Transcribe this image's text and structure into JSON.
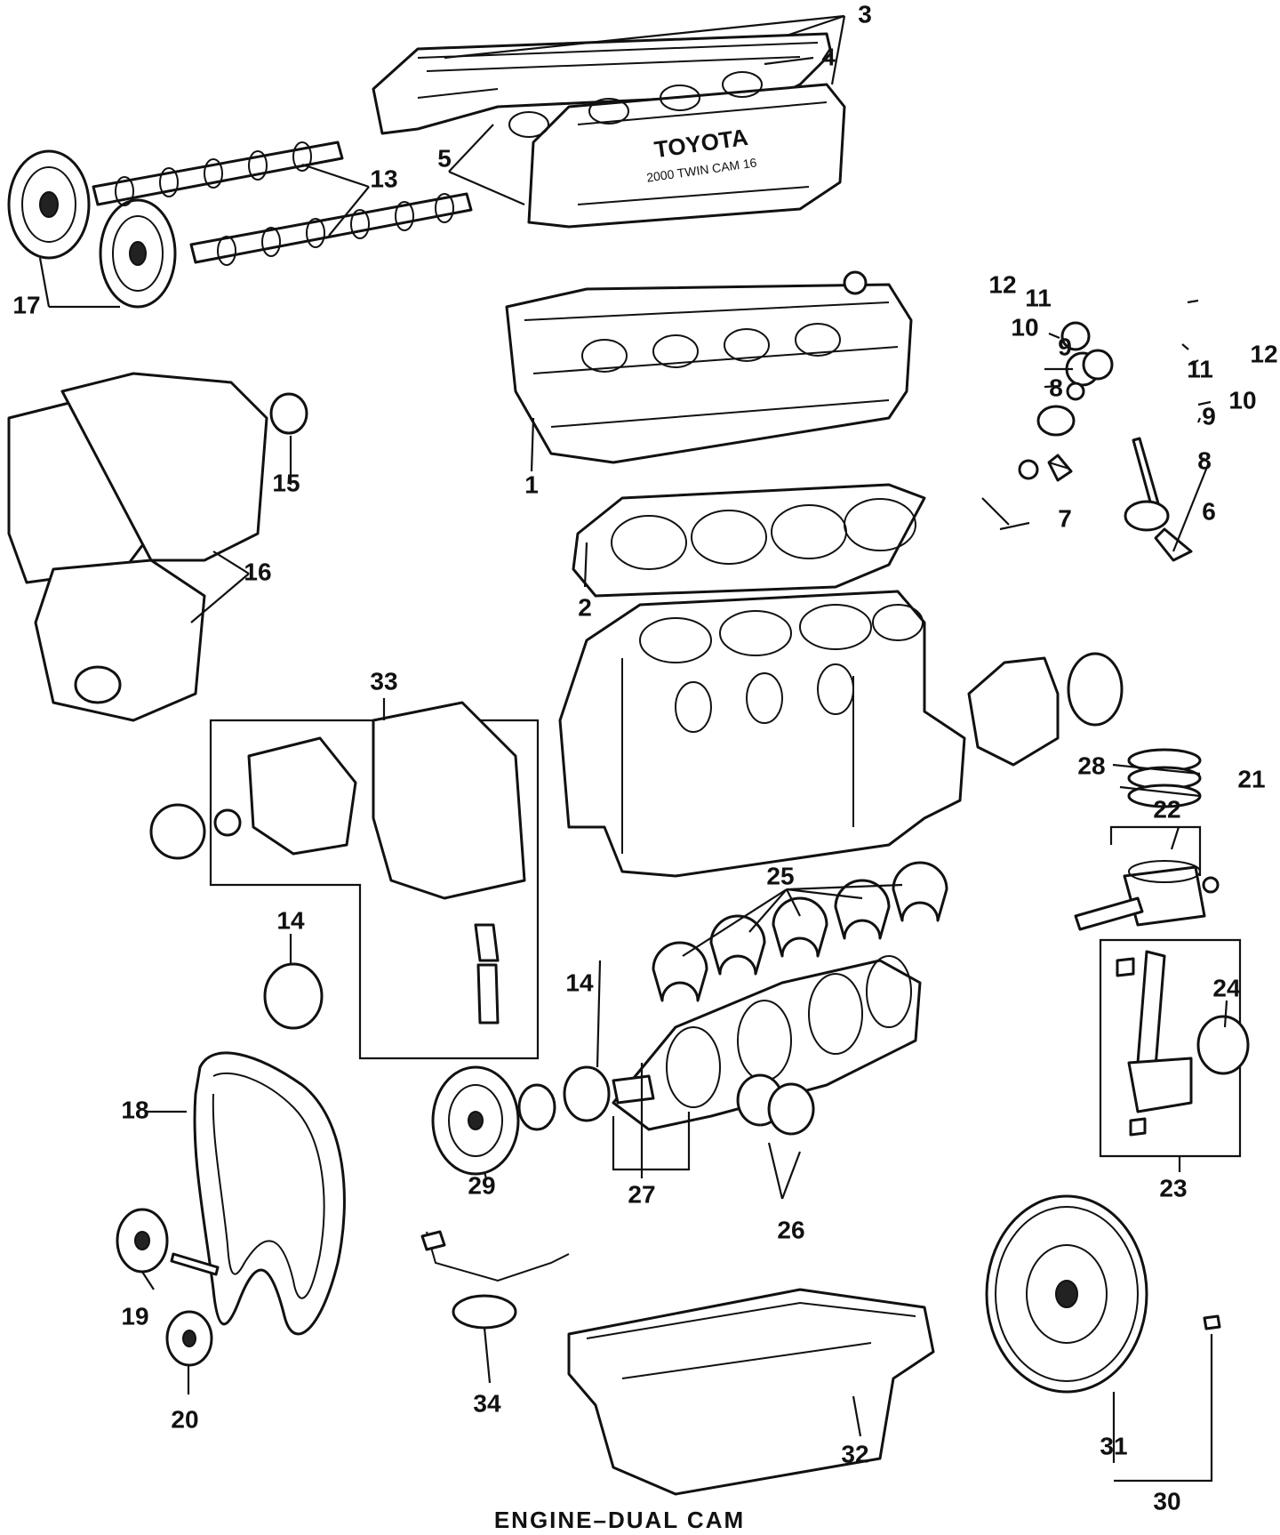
{
  "caption": "ENGINE–DUAL CAM",
  "cover_text": {
    "brand": "TOYOTA",
    "model": "2000 TWIN CAM 16"
  },
  "callouts": [
    "1",
    "2",
    "3",
    "4",
    "5",
    "6",
    "7",
    "8",
    "9",
    "10",
    "11",
    "12",
    "13",
    "14",
    "15",
    "16",
    "17",
    "18",
    "19",
    "20",
    "21",
    "22",
    "23",
    "24",
    "25",
    "26",
    "27",
    "28",
    "29",
    "30",
    "31",
    "32",
    "33",
    "34"
  ],
  "colors": {
    "ink": "#111111",
    "paper": "#ffffff"
  }
}
